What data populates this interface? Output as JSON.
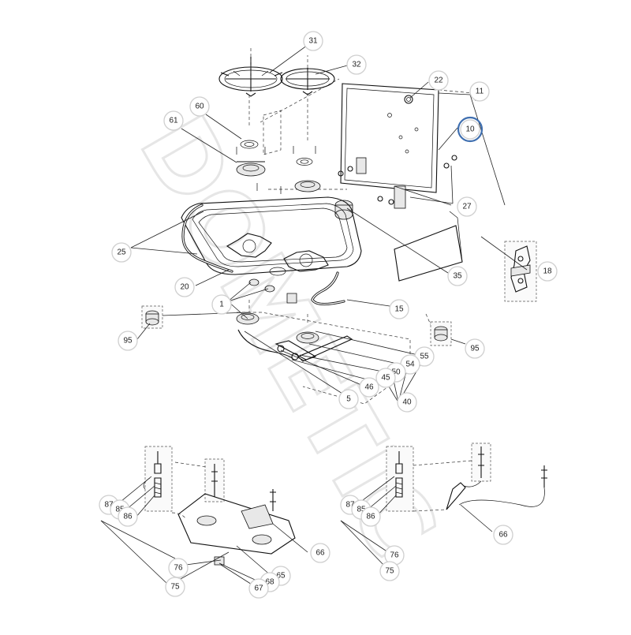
{
  "watermark": "DOMETIC",
  "callouts": [
    {
      "id": "c31",
      "label": "31"
    },
    {
      "id": "c32",
      "label": "32"
    },
    {
      "id": "c22",
      "label": "22"
    },
    {
      "id": "c11",
      "label": "11"
    },
    {
      "id": "c10",
      "label": "10",
      "highlight": true
    },
    {
      "id": "c60",
      "label": "60"
    },
    {
      "id": "c61",
      "label": "61"
    },
    {
      "id": "c27",
      "label": "27"
    },
    {
      "id": "c25",
      "label": "25"
    },
    {
      "id": "c35",
      "label": "35"
    },
    {
      "id": "c18",
      "label": "18"
    },
    {
      "id": "c20",
      "label": "20"
    },
    {
      "id": "c1",
      "label": "1"
    },
    {
      "id": "c15",
      "label": "15"
    },
    {
      "id": "c95a",
      "label": "95"
    },
    {
      "id": "c95b",
      "label": "95"
    },
    {
      "id": "c55",
      "label": "55"
    },
    {
      "id": "c54",
      "label": "54"
    },
    {
      "id": "c50",
      "label": "50"
    },
    {
      "id": "c45",
      "label": "45"
    },
    {
      "id": "c46",
      "label": "46"
    },
    {
      "id": "c5",
      "label": "5"
    },
    {
      "id": "c40",
      "label": "40"
    },
    {
      "id": "c87a",
      "label": "87"
    },
    {
      "id": "c85a",
      "label": "85"
    },
    {
      "id": "c86a",
      "label": "86"
    },
    {
      "id": "c66a",
      "label": "66"
    },
    {
      "id": "c76a",
      "label": "76"
    },
    {
      "id": "c65",
      "label": "65"
    },
    {
      "id": "c68",
      "label": "68"
    },
    {
      "id": "c75a",
      "label": "75"
    },
    {
      "id": "c67",
      "label": "67"
    },
    {
      "id": "c87b",
      "label": "87"
    },
    {
      "id": "c85b",
      "label": "85"
    },
    {
      "id": "c86b",
      "label": "86"
    },
    {
      "id": "c66b",
      "label": "66"
    },
    {
      "id": "c76b",
      "label": "76"
    },
    {
      "id": "c75b",
      "label": "75"
    }
  ],
  "colors": {
    "highlight": "#3f6fb0",
    "line": "#111111",
    "callout_border": "#cfcfcf"
  }
}
